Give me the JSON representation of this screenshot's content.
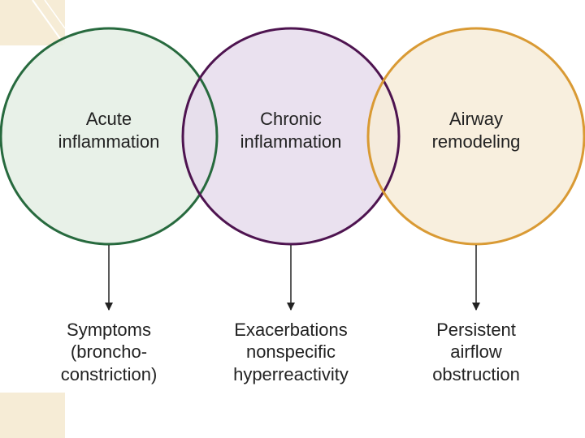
{
  "diagram": {
    "circles": [
      {
        "id": "acute",
        "label_lines": [
          "Acute",
          "inflammation"
        ],
        "fill": "#e4eee4",
        "stroke": "#276a3e",
        "outcome_lines": [
          "Symptoms",
          "(broncho-",
          "constriction)"
        ]
      },
      {
        "id": "chronic",
        "label_lines": [
          "Chronic",
          "inflammation"
        ],
        "fill": "#e6dcec",
        "stroke": "#4e1450",
        "outcome_lines": [
          "Exacerbations",
          "nonspecific",
          "hyperreactivity"
        ]
      },
      {
        "id": "remodeling",
        "label_lines": [
          "Airway",
          "remodeling"
        ],
        "fill": "#f7ecd8",
        "stroke": "#d99a34",
        "outcome_lines": [
          "Persistent",
          "airflow",
          "obstruction"
        ]
      }
    ],
    "arrow_color": "#222222"
  }
}
